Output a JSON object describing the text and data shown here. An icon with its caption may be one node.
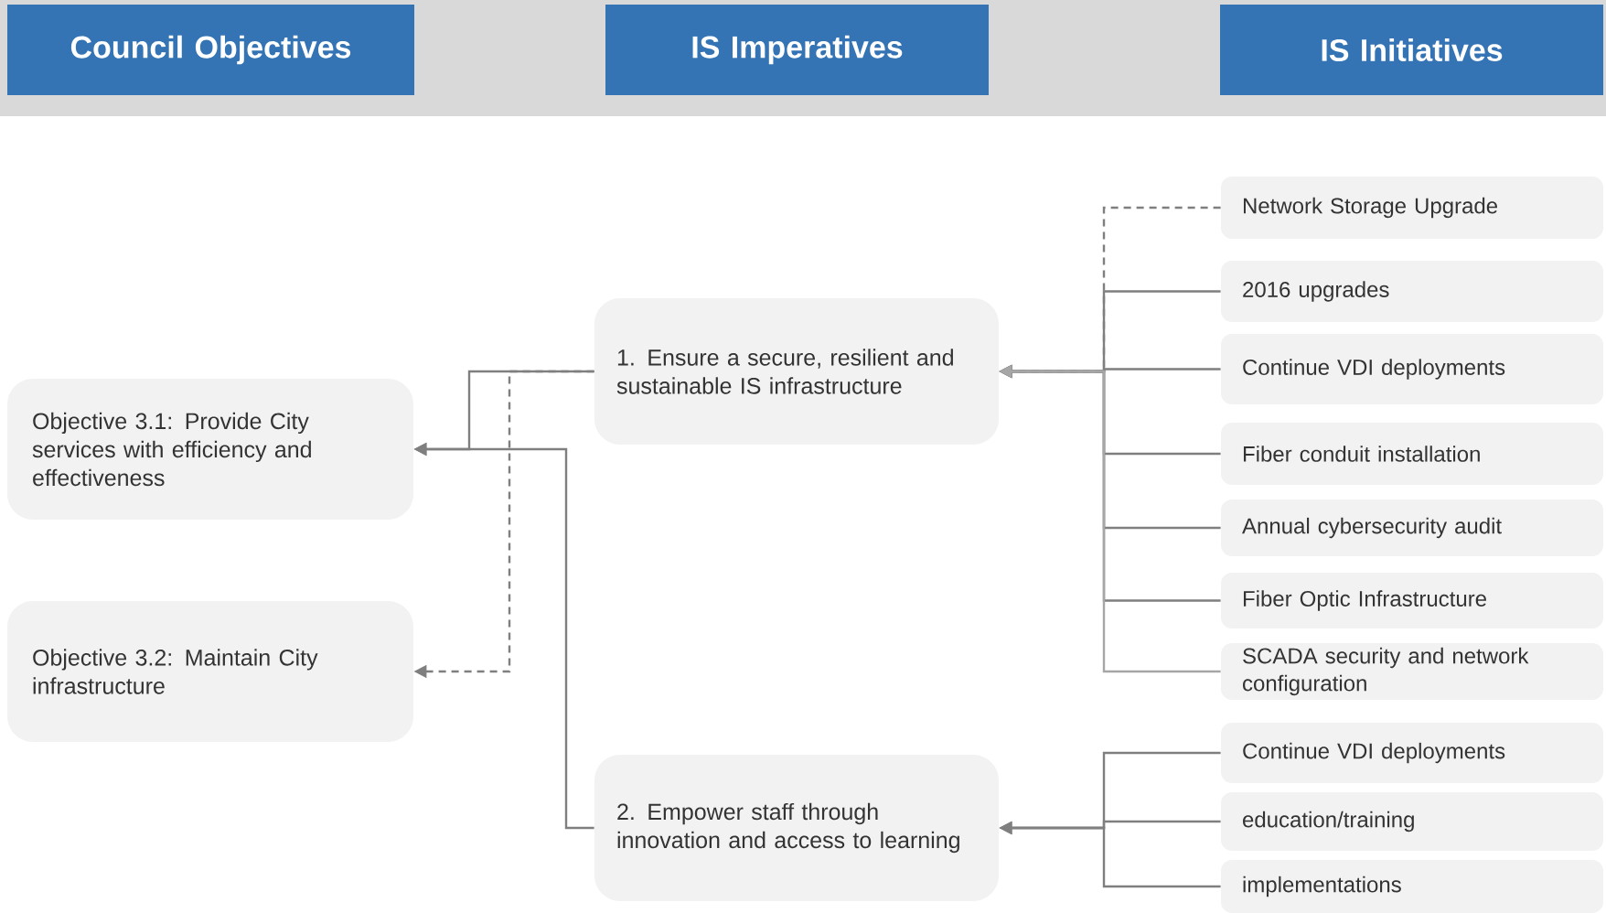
{
  "diagram": {
    "nodes": [
      {
        "text": [
          "Council Objectives"
        ]
      },
      {
        "text": [
          "IS Imperatives"
        ]
      },
      {
        "text": [
          "IS Initiatives"
        ]
      },
      {
        "text": [
          "Objective 3.1: Provide City services with efficiency and effectiveness"
        ]
      },
      {
        "text": [
          "Objective 3.2: Maintain City infrastructure"
        ]
      },
      {
        "text": [
          "1. Ensure a secure, resilient and sustainable IS infrastructure"
        ]
      },
      {
        "text": [
          "2. Empower staff through innovation and access to learning"
        ]
      },
      {
        "text": [
          "Network Storage Upgrade"
        ]
      },
      {
        "text": [
          "2016 upgrades"
        ]
      },
      {
        "text": [
          "Continue VDI deployments"
        ]
      },
      {
        "text": [
          "Fiber conduit installation"
        ]
      },
      {
        "text": [
          "Annual cybersecurity audit"
        ]
      },
      {
        "text": [
          "Fiber Optic Infrastructure"
        ]
      },
      {
        "text": [
          "SCADA security and network configuration"
        ]
      },
      {
        "text": [
          "Continue VDI deployments"
        ]
      },
      {
        "text": [
          "education/training"
        ]
      },
      {
        "text": [
          "implementations"
        ]
      }
    ],
    "edges": [
      {
        "from": 5,
        "to": 3,
        "arrow": "to"
      },
      {
        "from": 5,
        "to": 4,
        "arrow": "to",
        "style": "dashed"
      },
      {
        "from": 6,
        "to": 3,
        "arrow": "to"
      },
      {
        "from": 7,
        "to": 5,
        "arrow": "to",
        "style": "dashed"
      },
      {
        "from": 8,
        "to": 5,
        "arrow": "to"
      },
      {
        "from": 9,
        "to": 5,
        "arrow": "to"
      },
      {
        "from": 10,
        "to": 5,
        "arrow": "to"
      },
      {
        "from": 11,
        "to": 5,
        "arrow": "to"
      },
      {
        "from": 12,
        "to": 5,
        "arrow": "to"
      },
      {
        "from": 13,
        "to": 5,
        "arrow": "to",
        "color": "#a6a6a6"
      },
      {
        "from": 14,
        "to": 6,
        "arrow": "to"
      },
      {
        "from": 15,
        "to": 6,
        "arrow": "to"
      },
      {
        "from": 16,
        "to": 6,
        "arrow": "to"
      }
    ]
  }
}
